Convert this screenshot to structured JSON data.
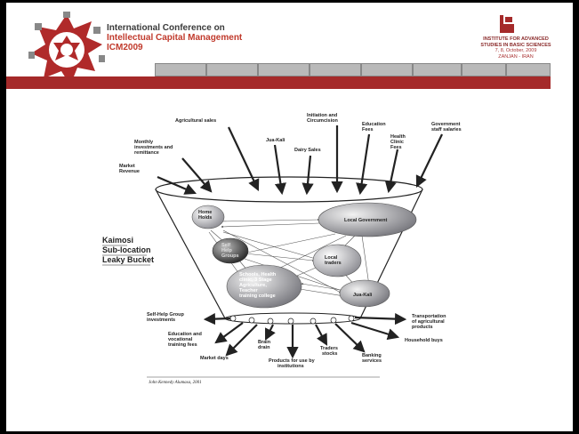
{
  "header": {
    "title_line1": "International Conference on",
    "title_line2": "Intellectual Capital Management",
    "title_line3": "ICM2009",
    "institute_line1": "INSTITUTE FOR ADVANCED",
    "institute_line2": "STUDIES IN BASIC SCIENCES",
    "institute_line3": "7, 8, October, 2009",
    "institute_line4": "ZANJAN - IRAN"
  },
  "nav": {
    "tab_count": 8
  },
  "diagram": {
    "title_line1": "Kaimosi",
    "title_line2": "Sub-location",
    "title_line3": "Leaky Bucket",
    "inflows": [
      "Agricultural sales",
      "Jua-Kali",
      "Dairy Sales",
      "Initiation and Circumcision",
      "Education Fees",
      "Health Clinic Fees",
      "Government staff salaries",
      "Monthly investments and remittance",
      "Market Revenue"
    ],
    "nodes": [
      "Home Holds",
      "Local Government",
      "Self Help Groups",
      "Local traders",
      "Schools, Health clinic, 3 Stage Agriculture, Teacher training college",
      "Jua-Kali"
    ],
    "outflows": [
      "Self-Help Group investments",
      "Education and vocational training fees",
      "Market days",
      "Brain drain",
      "Products for use by institutions",
      "Traders stocks",
      "Banking services",
      "Household buys",
      "Transportation of agricultural products"
    ],
    "caption": "John Kennedy Alumasa, 2001"
  },
  "colors": {
    "brand_red": "#a52a2a",
    "nav_gray": "#b9b9b9",
    "slide_bg": "#ffffff",
    "frame": "#000000"
  }
}
